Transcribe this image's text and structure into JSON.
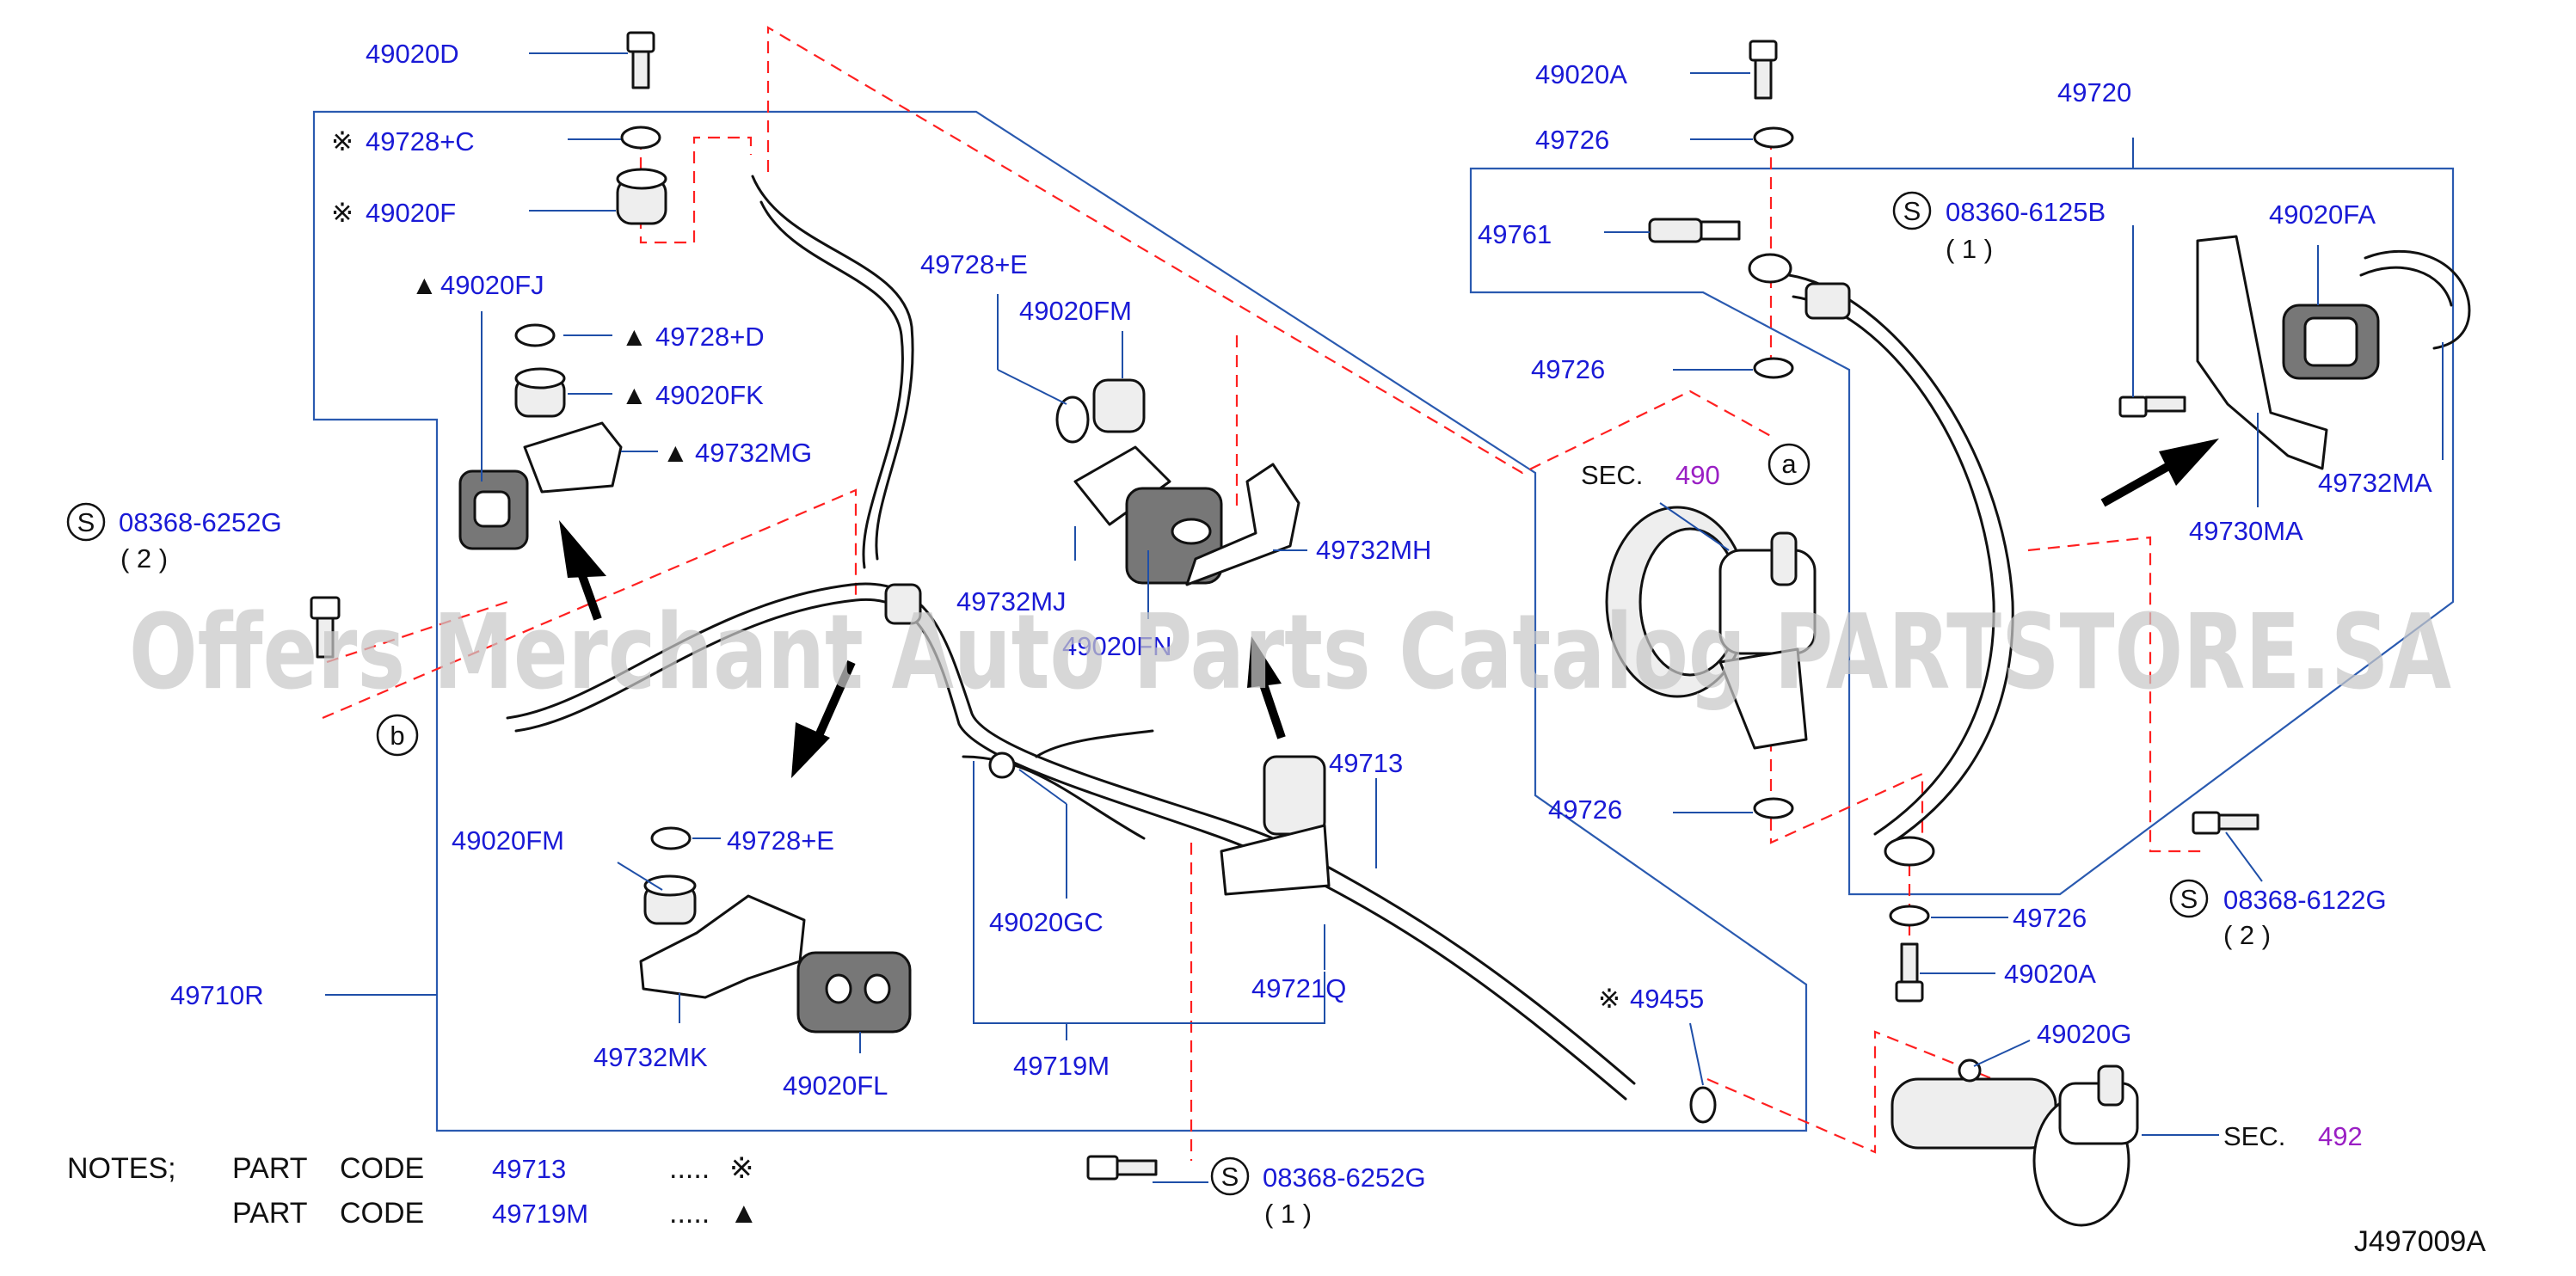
{
  "watermark": "Offers Merchant Auto Parts Catalog PARTSTORE.SA",
  "diagram_id": "J497009A",
  "section_refs": {
    "sec_label": "SEC.",
    "sec_490": "490",
    "sec_492": "492"
  },
  "callouts": {
    "a": "a",
    "b": "b",
    "s": "S"
  },
  "markers": {
    "note_mark": "※",
    "triangle_mark": "▲"
  },
  "labels": {
    "p49020D": "49020D",
    "p49728C": "49728+C",
    "p49020F": "49020F",
    "p49020FJ": "49020FJ",
    "p49728D": "49728+D",
    "p49020FK": "49020FK",
    "p49732MG": "49732MG",
    "p08368_6252G_top": "08368-6252G",
    "qty_2_left": "( 2 )",
    "p49728E_top": "49728+E",
    "p49020FM_top": "49020FM",
    "p49732MJ": "49732MJ",
    "p49020FN": "49020FN",
    "p49732MH": "49732MH",
    "p49020FM_bot": "49020FM",
    "p49728E_bot": "49728+E",
    "p49732MK": "49732MK",
    "p49020FL": "49020FL",
    "p49710R": "49710R",
    "p49020GC": "49020GC",
    "p49719M": "49719M",
    "p49713": "49713",
    "p49721Q": "49721Q",
    "p49455": "49455",
    "p08368_6252G_bot": "08368-6252G",
    "qty_1_bot": "( 1 )",
    "p49020A_top": "49020A",
    "p49726_1": "49726",
    "p49761": "49761",
    "p49726_2": "49726",
    "p49726_3": "49726",
    "p49726_4": "49726",
    "p49020A_bot": "49020A",
    "p49720": "49720",
    "p08360_6125B": "08360-6125B",
    "qty_1_right": "( 1 )",
    "p49020FA": "49020FA",
    "p49732MA": "49732MA",
    "p49730MA": "49730MA",
    "p08368_6122G": "08368-6122G",
    "qty_2_right": "( 2 )",
    "p49020G": "49020G"
  },
  "notes": {
    "title": "NOTES;",
    "rows": [
      {
        "col1": "PART",
        "col2": "CODE",
        "code": "49713",
        "dots": ".....",
        "mark": "※"
      },
      {
        "col1": "PART",
        "col2": "CODE",
        "code": "49719M",
        "dots": ".....",
        "mark": "▲"
      }
    ]
  }
}
